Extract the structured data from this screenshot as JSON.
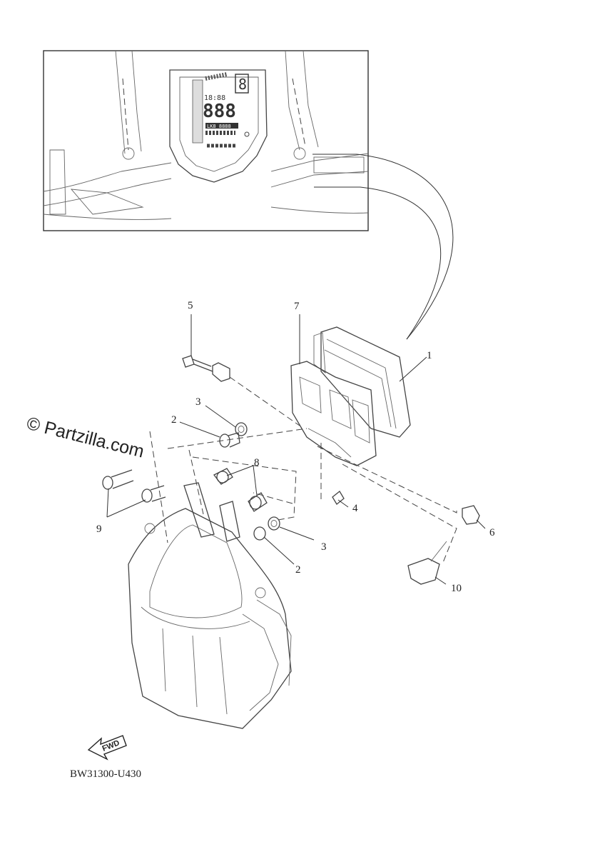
{
  "callouts": {
    "c1": "1",
    "c2a": "2",
    "c2b": "2",
    "c3a": "3",
    "c3b": "3",
    "c4": "4",
    "c5": "5",
    "c6": "6",
    "c7": "7",
    "c8": "8",
    "c9": "9",
    "c10": "10"
  },
  "watermark": "© Partzilla.com",
  "diagram_code": "BW31300-U430",
  "fwd_label": "FWD",
  "meter_display": {
    "time": "18:88",
    "digits": "888",
    "gear": "8",
    "mode": "LK8 8888"
  }
}
